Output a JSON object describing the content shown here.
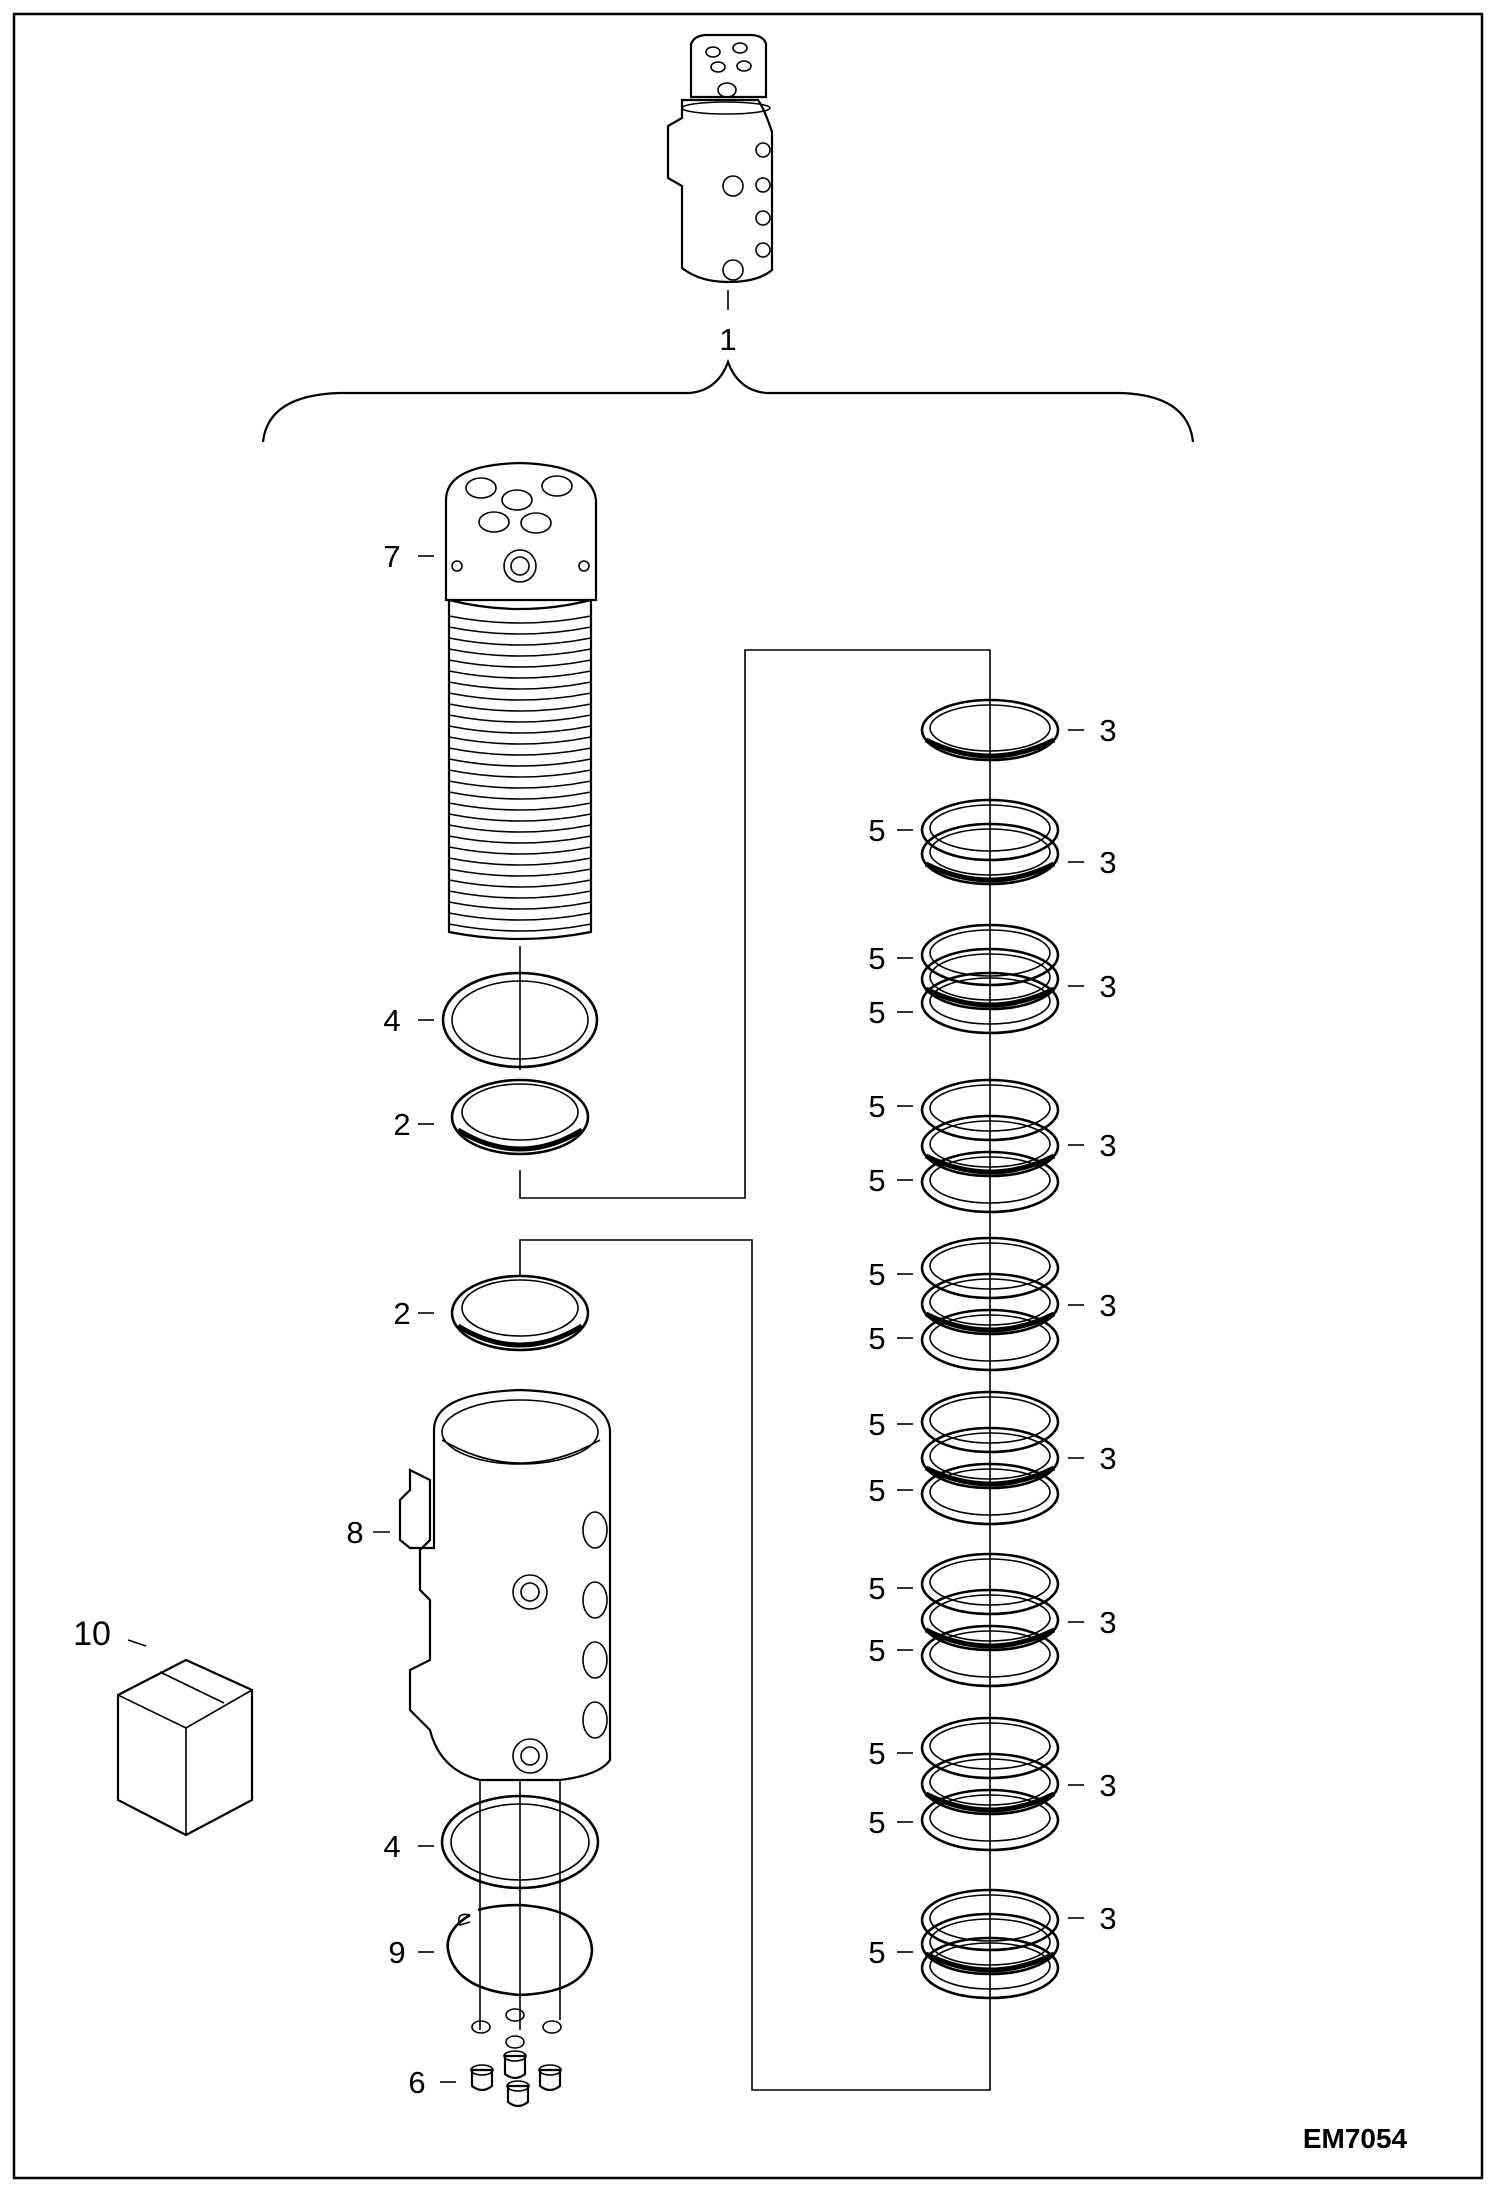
{
  "drawing_code": "EM7054",
  "callouts": {
    "assembly": "1",
    "seal_a": "2",
    "seal_b": "2",
    "backup_ring": "3",
    "oring_top": "4",
    "oring_bottom": "4",
    "ring_5": "5",
    "fittings": "6",
    "shaft": "7",
    "housing": "8",
    "snap_ring": "9",
    "kit": "10"
  }
}
